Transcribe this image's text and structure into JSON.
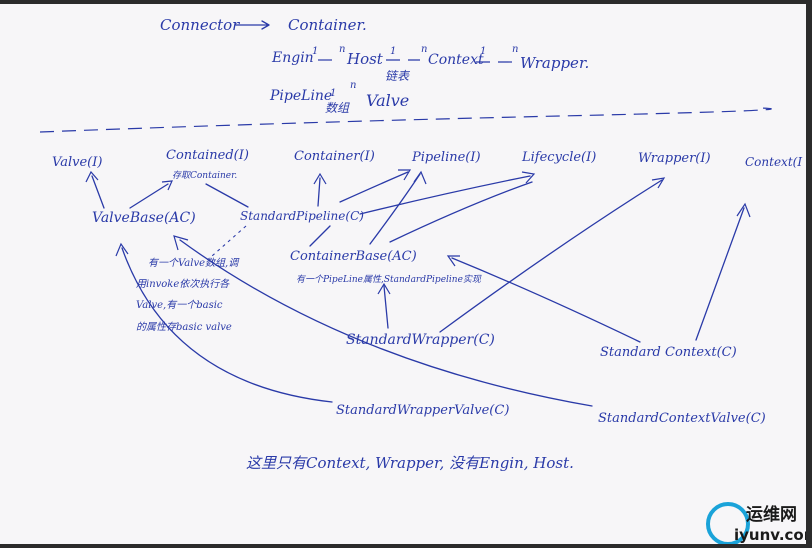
{
  "header": {
    "line1": [
      "Connector",
      "Container."
    ],
    "line2": [
      "Engin",
      "1",
      "n",
      "Host",
      "1",
      "n",
      "Context",
      "1",
      "n",
      "Wrapper."
    ],
    "line2_note": "链表",
    "line3": [
      "PipeLine",
      "1",
      "n",
      "Valve"
    ],
    "line3_note": "数组"
  },
  "nodes": {
    "valve_i": "Valve(I)",
    "contained_i": "Contained(I)",
    "contained_note": "存取Container.",
    "container_i": "Container(I)",
    "pipeline_i": "Pipeline(I)",
    "lifecycle_i": "Lifecycle(I)",
    "wrapper_i": "Wrapper(I)",
    "context_i": "Context(I",
    "valvebase": "ValveBase(AC)",
    "standard_pipeline": "StandardPipeline(C)",
    "containerbase": "ContainerBase(AC)",
    "containerbase_note": "有一个PipeLine属性,StandardPipeline实现",
    "standard_wrapper": "StandardWrapper(C)",
    "standard_context": "Standard Context(C)",
    "standard_wrapper_valve": "StandardWrapperValve(C)",
    "standard_context_valve": "StandardContextValve(C)"
  },
  "annotation": [
    "有一个Valve数组,调",
    "用invoke依次执行各",
    "Valve,有一个basic",
    "的属性存basic valve"
  ],
  "footer": "这里只有Context, Wrapper, 没有Engin, Host.",
  "watermark": {
    "cn": "运维网",
    "en": "iyunv.com"
  },
  "colors": {
    "ink": "#2a3aa8",
    "paper": "#f7f6f8",
    "frame": "#2b2b2b",
    "watermark_ring": "#1aa3d9"
  }
}
